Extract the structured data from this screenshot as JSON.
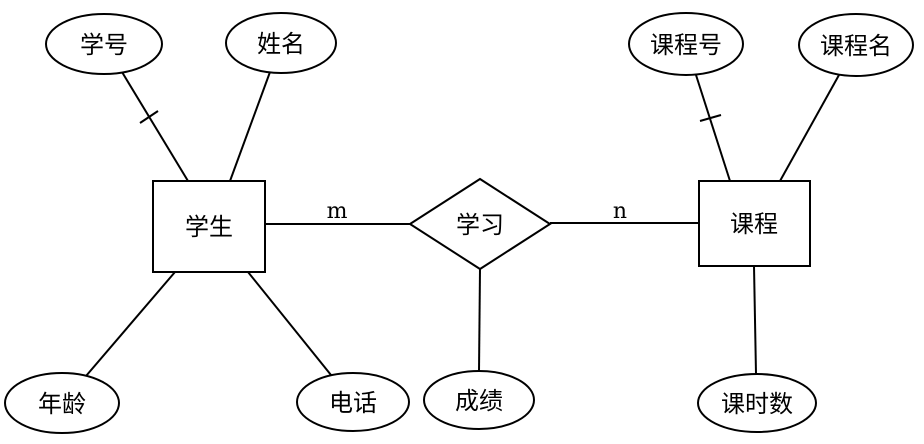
{
  "colors": {
    "stroke": "#000000",
    "shape_fill": "#ffffff",
    "background": "#ffffff"
  },
  "diagram": {
    "type": "er-diagram",
    "entities": [
      {
        "id": "student",
        "label": "学生"
      },
      {
        "id": "course",
        "label": "课程"
      }
    ],
    "relationship": {
      "id": "study",
      "label": "学习",
      "left_entity": "student",
      "right_entity": "course",
      "cardinality_left": "m",
      "cardinality_right": "n"
    },
    "attributes": {
      "student_id": {
        "label": "学号",
        "owner": "student",
        "key_tick_on_connector": true
      },
      "student_name": {
        "label": "姓名",
        "owner": "student",
        "key_tick_on_connector": false
      },
      "age": {
        "label": "年龄",
        "owner": "student",
        "key_tick_on_connector": false
      },
      "phone": {
        "label": "电话",
        "owner": "student",
        "key_tick_on_connector": false
      },
      "score": {
        "label": "成绩",
        "owner": "study",
        "key_tick_on_connector": false
      },
      "course_id": {
        "label": "课程号",
        "owner": "course",
        "key_tick_on_connector": true
      },
      "course_name": {
        "label": "课程名",
        "owner": "course",
        "key_tick_on_connector": false
      },
      "class_hours": {
        "label": "课时数",
        "owner": "course",
        "key_tick_on_connector": false
      }
    }
  }
}
